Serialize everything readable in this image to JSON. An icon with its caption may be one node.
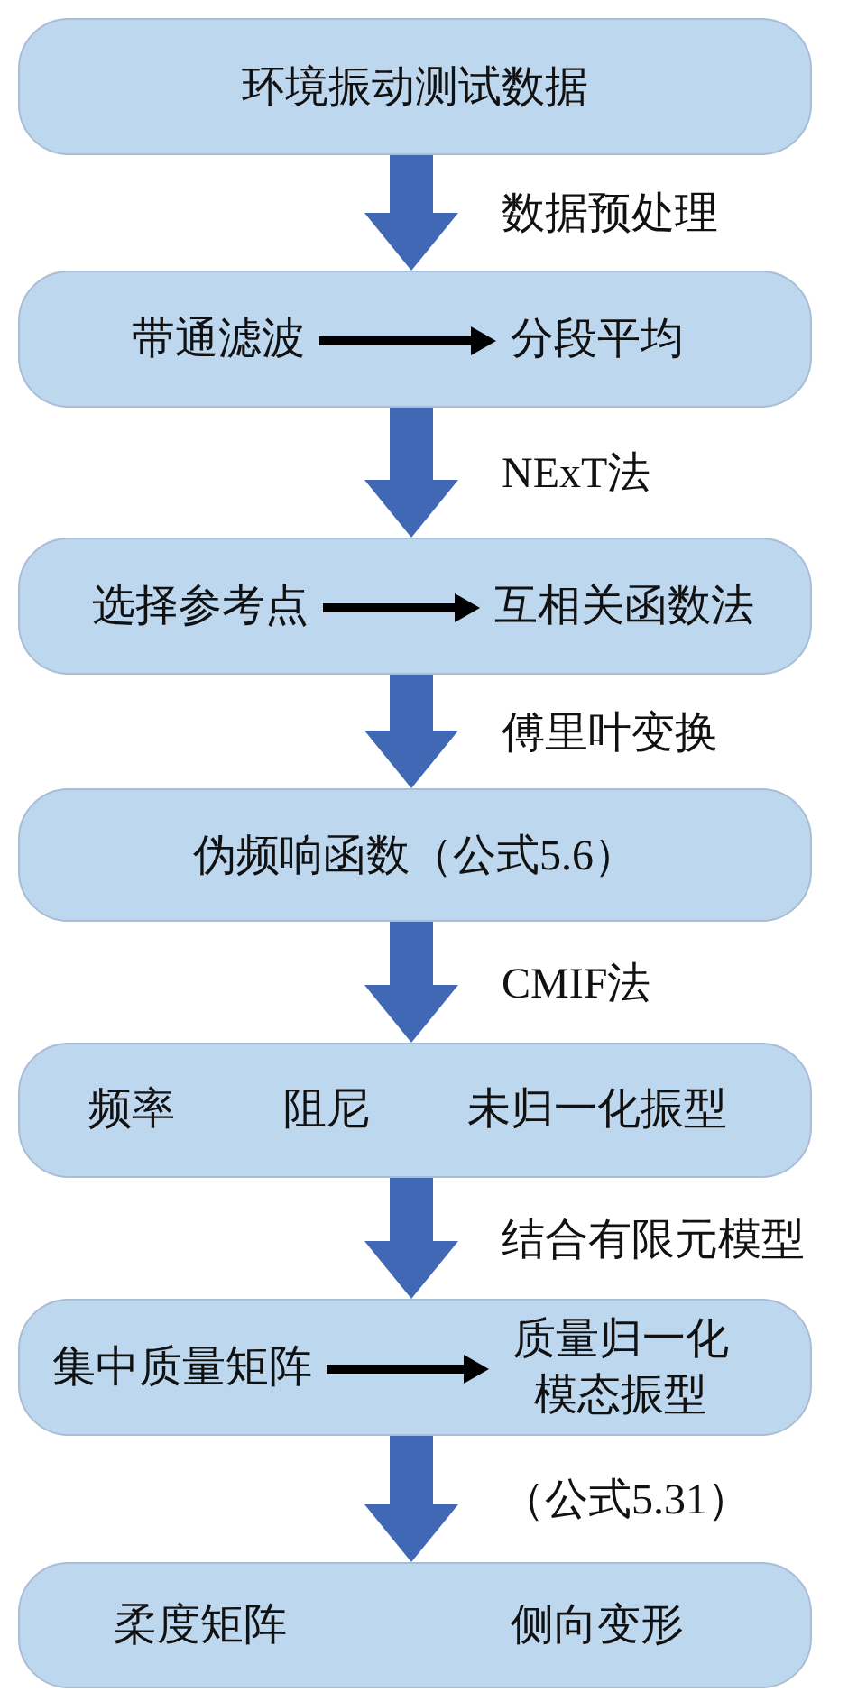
{
  "diagram": {
    "nodes": [
      {
        "text": [
          "环境振动测试数据"
        ]
      },
      {
        "text": [],
        "shape": "box"
      },
      {
        "text": [
          "带通滤波"
        ],
        "in": 1
      },
      {
        "text": [
          "分段平均"
        ],
        "in": 1
      },
      {
        "text": [],
        "shape": "box"
      },
      {
        "text": [
          "选择参考点"
        ],
        "in": 4
      },
      {
        "text": [
          "互相关函数法"
        ],
        "in": 4
      },
      {
        "text": [
          "伪频响函数（公式5.6）"
        ]
      },
      {
        "text": [
          "频率",
          "阻尼",
          "未归一化振型"
        ]
      },
      {
        "text": [],
        "shape": "box"
      },
      {
        "text": [
          "集中质量矩阵"
        ],
        "in": 9
      },
      {
        "text": [
          "质量归一化模态振型"
        ],
        "in": 9
      },
      {
        "text": [],
        "shape": "box"
      },
      {
        "text": [
          "柔度矩阵"
        ],
        "in": 12
      },
      {
        "text": [
          "侧向变形"
        ],
        "in": 12
      }
    ],
    "edges": [
      {
        "from": 0,
        "to": 1,
        "arrow": "to",
        "label": "数据预处理"
      },
      {
        "from": 2,
        "to": 3,
        "arrow": "to",
        "color": "#000000"
      },
      {
        "from": 1,
        "to": 4,
        "arrow": "to",
        "label": "NExT法"
      },
      {
        "from": 5,
        "to": 6,
        "arrow": "to",
        "color": "#000000"
      },
      {
        "from": 4,
        "to": 7,
        "arrow": "to",
        "label": "傅里叶变换"
      },
      {
        "from": 7,
        "to": 8,
        "arrow": "to",
        "label": "CMIF法"
      },
      {
        "from": 8,
        "to": 9,
        "arrow": "to",
        "label": "结合有限元模型"
      },
      {
        "from": 10,
        "to": 11,
        "arrow": "to",
        "color": "#000000"
      },
      {
        "from": 9,
        "to": 12,
        "arrow": "to",
        "label": "（公式5.31）"
      }
    ]
  }
}
